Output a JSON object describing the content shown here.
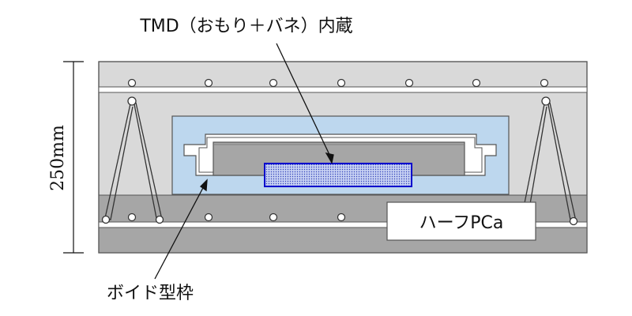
{
  "title_label": "TMD（おもり＋バネ）内蔵",
  "dimension_label": "250mm",
  "half_pca_label": "ハーフPCa",
  "void_form_label": "ボイド型枠",
  "colors": {
    "slab_outer": "#d9d9d9",
    "slab_band": "#a6a6a6",
    "void_form": "#bdd7ee",
    "tmd_mass": "#a6a6a6",
    "spring_fill": "#0000cc",
    "spring_bg": "#c6d0f2",
    "outline": "#555555",
    "ink": "#111111"
  }
}
